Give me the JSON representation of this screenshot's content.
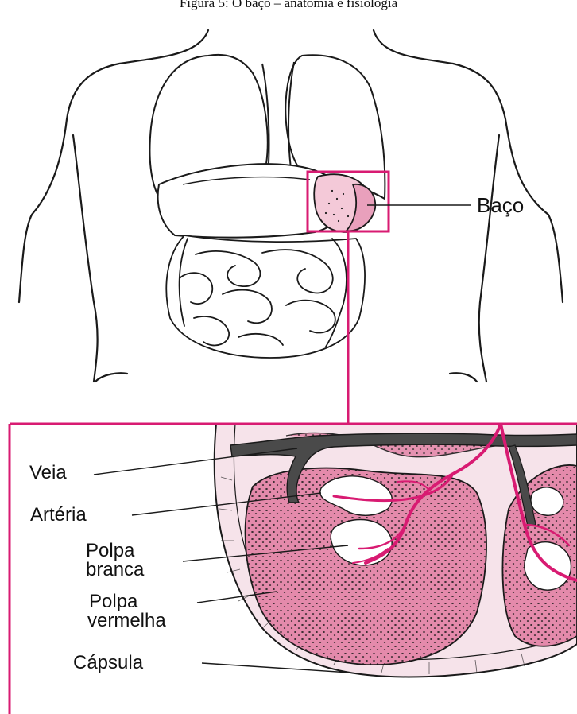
{
  "caption": "Figura 5: O baço – anatomia e fisiologia",
  "labels": {
    "baco": "Baço",
    "veia": "Veia",
    "arteria": "Artéria",
    "polpa_branca": [
      "Polpa",
      "branca"
    ],
    "polpa_vermelha": [
      "Polpa",
      "vermelha"
    ],
    "capsula": "Cápsula"
  },
  "colors": {
    "accent": "#d81b72",
    "spleen_pink": "#e9a0bc",
    "pulp_red": "#e48aab",
    "vessel_dark": "#4a4a4a",
    "line": "#1a1a1a"
  }
}
